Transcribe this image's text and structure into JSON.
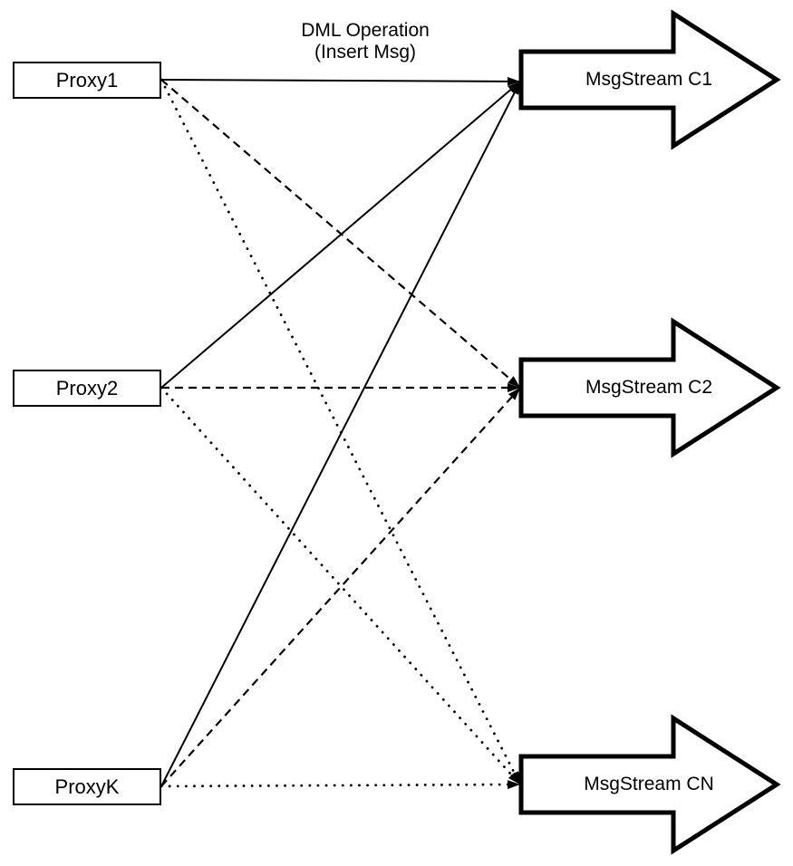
{
  "canvas": {
    "background": "#ffffff",
    "line_color": "#000000",
    "shape_fill": "#ffffff"
  },
  "annotation": {
    "line1": "DML Operation",
    "line2": "(Insert Msg)"
  },
  "proxies": [
    {
      "label": "Proxy1"
    },
    {
      "label": "Proxy2"
    },
    {
      "label": "ProxyK"
    }
  ],
  "streams": [
    {
      "label": "MsgStream C1"
    },
    {
      "label": "MsgStream C2"
    },
    {
      "label": "MsgStream CN"
    }
  ],
  "edges": [
    {
      "from": "Proxy1",
      "to": "MsgStream C1",
      "style": "solid"
    },
    {
      "from": "Proxy2",
      "to": "MsgStream C1",
      "style": "solid"
    },
    {
      "from": "ProxyK",
      "to": "MsgStream C1",
      "style": "solid"
    },
    {
      "from": "Proxy1",
      "to": "MsgStream C2",
      "style": "dashed"
    },
    {
      "from": "Proxy2",
      "to": "MsgStream C2",
      "style": "dashed"
    },
    {
      "from": "ProxyK",
      "to": "MsgStream C2",
      "style": "dashed"
    },
    {
      "from": "Proxy1",
      "to": "MsgStream CN",
      "style": "dotted"
    },
    {
      "from": "Proxy2",
      "to": "MsgStream CN",
      "style": "dotted"
    },
    {
      "from": "ProxyK",
      "to": "MsgStream CN",
      "style": "dotted"
    }
  ]
}
